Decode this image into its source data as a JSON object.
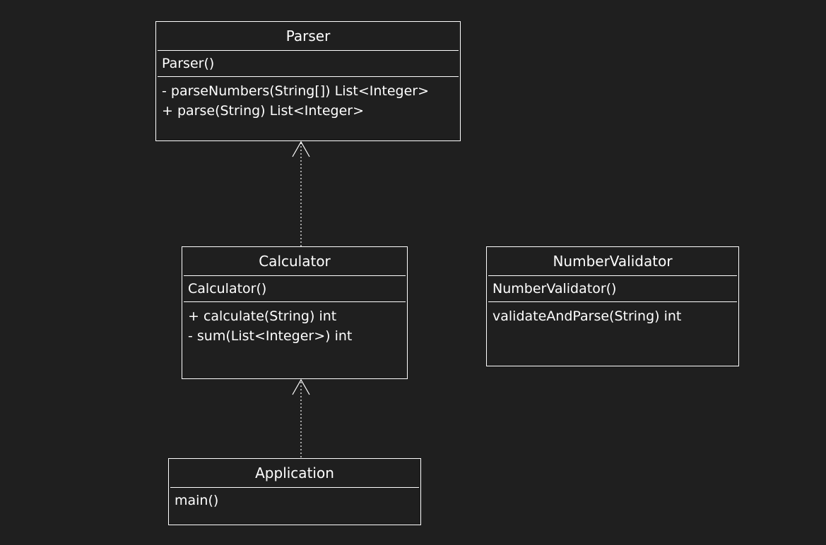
{
  "classes": {
    "parser": {
      "name": "Parser",
      "constructor": "Parser()",
      "methods": [
        "- parseNumbers(String[]) List<Integer>",
        "+ parse(String) List<Integer>"
      ]
    },
    "calculator": {
      "name": "Calculator",
      "constructor": "Calculator()",
      "methods": [
        "+ calculate(String) int",
        "- sum(List<Integer>) int"
      ]
    },
    "number_validator": {
      "name": "NumberValidator",
      "constructor": "NumberValidator()",
      "methods": [
        "validateAndParse(String) int"
      ]
    },
    "application": {
      "name": "Application",
      "constructor": "main()"
    }
  },
  "relations": [
    {
      "from": "calculator",
      "to": "parser",
      "type": "dependency"
    },
    {
      "from": "application",
      "to": "calculator",
      "type": "dependency"
    }
  ],
  "colors": {
    "background": "#1f1f1f",
    "stroke": "#ffffff",
    "text": "#ffffff"
  }
}
